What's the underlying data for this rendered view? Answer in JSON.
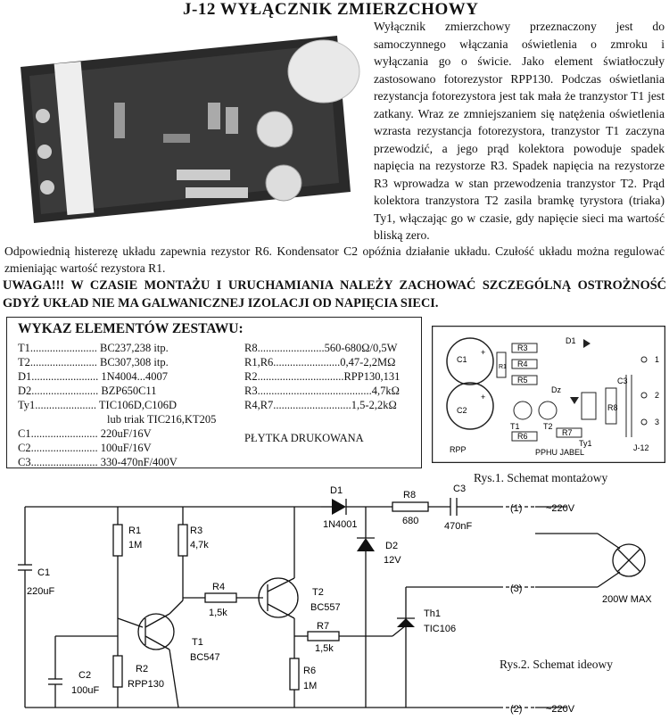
{
  "title": "J-12 WYŁĄCZNIK ZMIERZCHOWY",
  "intro": "Wyłącznik zmierzchowy przeznaczony jest do samoczynnego włączania oświetlenia o zmroku i wyłączania go o świcie. Jako element światłoczuły zastosowano fotorezystor RPP130. Podczas oświetlania rezystancja fotorezystora jest tak mała że tranzystor T1 jest zatkany. Wraz ze zmniejszaniem się natężenia oświetlenia wzrasta rezystancja fotorezystora, tranzystor T1 zaczyna przewodzić, a jego prąd kolektora powoduje spadek napięcia na rezystorze R3. Spadek napięcia na rezystorze R3 wprowadza w stan przewodzenia tranzystor T2. Prąd kolektora tranzystora T2 zasila bramkę tyrystora (triaka) Ty1, włączając go w czasie, gdy napięcie sieci ma wartość bliską zero.",
  "intro2": "Odpowiednią histerezę układu zapewnia rezystor R6. Kondensator C2 opóźnia działanie układu. Czułość układu można regulować zmieniając wartość rezystora R1.",
  "warning": "UWAGA!!! W CZASIE MONTAŻU I URUCHAMIANIA NALEŻY ZACHOWAĆ SZCZEGÓLNĄ OSTROŻNOŚĆ GDYŻ UKŁAD NIE MA GALWANICZNEJ IZOLACJI OD NAPIĘCIA SIECI.",
  "parts": {
    "title": "WYKAZ ELEMENTÓW ZESTAWU:",
    "left": [
      "T1........................ BC237,238 itp.",
      "T2........................ BC307,308 itp.",
      "D1........................ 1N4004...4007",
      "D2........................ BZP650C11",
      "Ty1...................... TIC106D,C106D",
      "                                lub triak TIC216,KT205",
      "C1........................ 220uF/16V",
      "C2........................ 100uF/16V",
      "C3........................ 330-470nF/400V"
    ],
    "right": [
      "R8........................560-680Ω/0,5W",
      "R1,R6........................0,47-2,2MΩ",
      "R2...............................RPP130,131",
      "R3.........................................4,7kΩ",
      "R4,R7............................1,5-2,2kΩ",
      "",
      "PŁYTKA DRUKOWANA"
    ]
  },
  "pcb": {
    "labels": [
      "C1",
      "C2",
      "R1",
      "R3",
      "R4",
      "R5",
      "R6",
      "R7",
      "R8",
      "C3",
      "D1",
      "Dz",
      "T1",
      "T2",
      "Ty1",
      "RPP",
      "PPHU JABEL",
      "J-12",
      "1",
      "2",
      "3",
      "+",
      "+"
    ]
  },
  "captions": {
    "montaz": "Rys.1. Schemat montażowy",
    "ideowy": "Rys.2. Schemat ideowy"
  },
  "schematic": {
    "C1": "C1",
    "C1v": "220uF",
    "R1": "R1",
    "R1v": "1M",
    "R3": "R3",
    "R3v": "4,7k",
    "R4": "R4",
    "R4v": "1,5k",
    "T1": "T1",
    "T1v": "BC547",
    "T2": "T2",
    "T2v": "BC557",
    "R2": "R2",
    "R2v": "RPP130",
    "C2": "C2",
    "C2v": "100uF",
    "R6": "R6",
    "R6v": "1M",
    "R7": "R7",
    "R7v": "1,5k",
    "D1": "D1",
    "D1v": "1N4001",
    "D2": "D2",
    "D2v": "12V",
    "R8": "R8",
    "R8v": "680",
    "C3": "C3",
    "C3v": "470nF",
    "Th1": "Th1",
    "Th1v": "TIC106",
    "t1": "(1)",
    "t2": "(2)",
    "t3": "(3)",
    "v1": "~220V",
    "v2": "~220V",
    "lamp": "200W MAX"
  }
}
